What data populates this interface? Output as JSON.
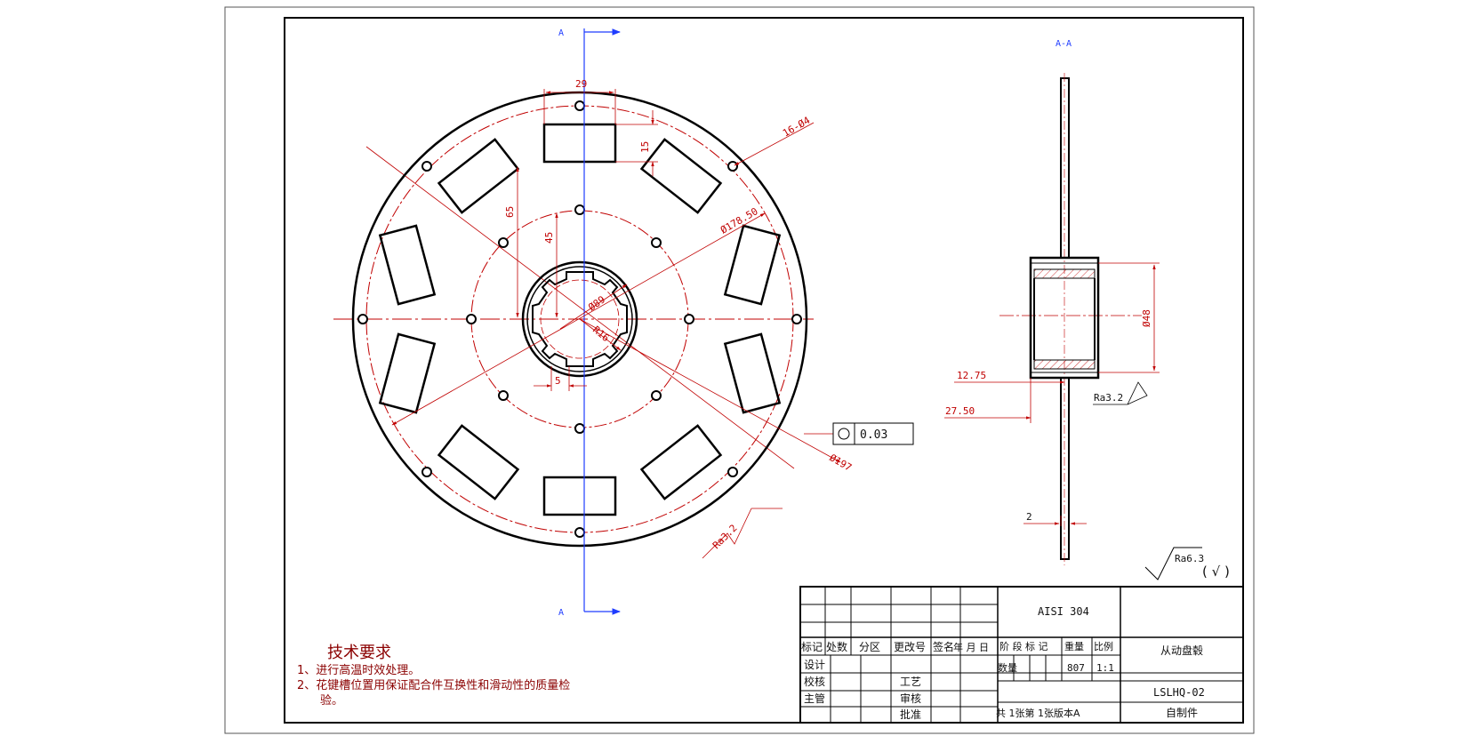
{
  "section_marks": {
    "top": "A",
    "bottom": "A",
    "section_title": "A-A"
  },
  "front_view": {
    "dims": {
      "slot_width": "29",
      "slot_height": "15",
      "holes": "16-Ø4",
      "pcd_outer": "Ø178.50",
      "offset_65": "65",
      "offset_45": "45",
      "bore": "Ø89",
      "spline_r": "R16",
      "key_width": "5",
      "outer_dia": "Ø197",
      "roughness": "Ra3.2"
    },
    "flatness": "0.03"
  },
  "section_view": {
    "hub_dia": "Ø48",
    "dim_12_75": "12.75",
    "dim_27_50": "27.50",
    "roughness": "Ra3.2",
    "thickness": "2"
  },
  "general_roughness": {
    "value": "Ra6.3",
    "suffix": "( √ )"
  },
  "tech_requirements": {
    "title": "技术要求",
    "item1": "1、进行高温时效处理。",
    "item2": "2、花键槽位置用保证配合件互换性和滑动性的质量检",
    "item2_cont": "验。"
  },
  "title_block": {
    "material": "AISI 304",
    "part_name": "从动盘毂",
    "drawing_no": "LSLHQ-02",
    "source": "自制件",
    "h_mark": "标记",
    "h_count": "处数",
    "h_zone": "分区",
    "h_change": "更改号",
    "h_sign": "签名",
    "h_date": "年 月 日",
    "r_design": "设计",
    "r_check": "校核",
    "r_manager": "主管",
    "r_process": "工艺",
    "r_review": "审核",
    "r_approve": "批准",
    "stage": "阶 段 标 记",
    "weight": "重量",
    "ratio": "比例",
    "qty": "数量",
    "weight_val": "807",
    "ratio_val": "1:1",
    "sheets": "共 1张第 1张版本A"
  }
}
